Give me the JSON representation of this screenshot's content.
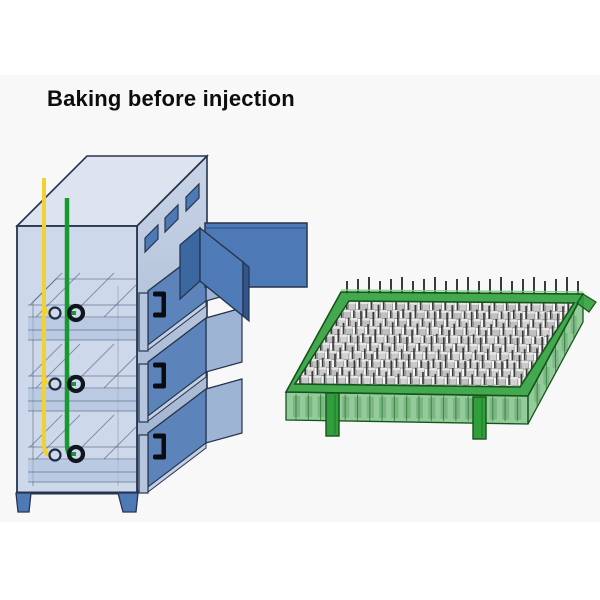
{
  "title": {
    "text": "Baking before injection",
    "color": "#0d0d0d"
  },
  "background": {
    "canvas": "#ffffff",
    "stage": "#f8f8f8"
  },
  "diagram": {
    "description": "Oven with three sample drawers and temperature probes, next to a green tray filled with capped vials and needles",
    "oven": {
      "outline_color": "#26344e",
      "front_color": "#cdd8ea",
      "top_color": "#dde4f0",
      "side_color_top": "#c9d4e6",
      "side_color_bottom": "#9cb0ce",
      "interior_band_color": "#aabfdb",
      "interior_line_color": "#3a4a66",
      "window_color": "#4d79b4",
      "window_count": 3,
      "drawer_count": 3,
      "drawer_face_color": "#5d84ba",
      "drawer_top_color": "#b9c9e0",
      "drawer_end_color": "#9db4d4",
      "drawer_strip_color": "#b6c6df",
      "drawer_rail_color": "#c3d0e4",
      "handle_color": "#0b0b12",
      "door_panel_color": "#4d7ab6",
      "door_angled_color": "#4f7cb8",
      "door_hinge_color": "#3c68a2",
      "door_edge_color": "#31568c",
      "foot_color": "#4d79b4",
      "shelf_levels_y": [
        313,
        384,
        455
      ],
      "probes": [
        {
          "name": "yellow-probe",
          "color": "#f2d230",
          "port_ring": "#1d2b44"
        },
        {
          "name": "green-probe",
          "color": "#169a2f",
          "port_ring": "#10161f"
        }
      ]
    },
    "tray": {
      "frame_color": "#2f9e3b",
      "frame_dark": "#14541c",
      "frame_highlight": "#7fce84",
      "rib_color": "#1d7a28",
      "vial_body_colors": [
        "#c9c9c9",
        "#bfc1bf",
        "#d2d2d2"
      ],
      "vial_cap_color": "#eaeaea",
      "vial_outline_color": "#747474",
      "pin_color": "#3a3a3a",
      "vial_rows": 11,
      "vial_cols": 19,
      "back_pin_count": 22,
      "leg_count": 2
    }
  }
}
